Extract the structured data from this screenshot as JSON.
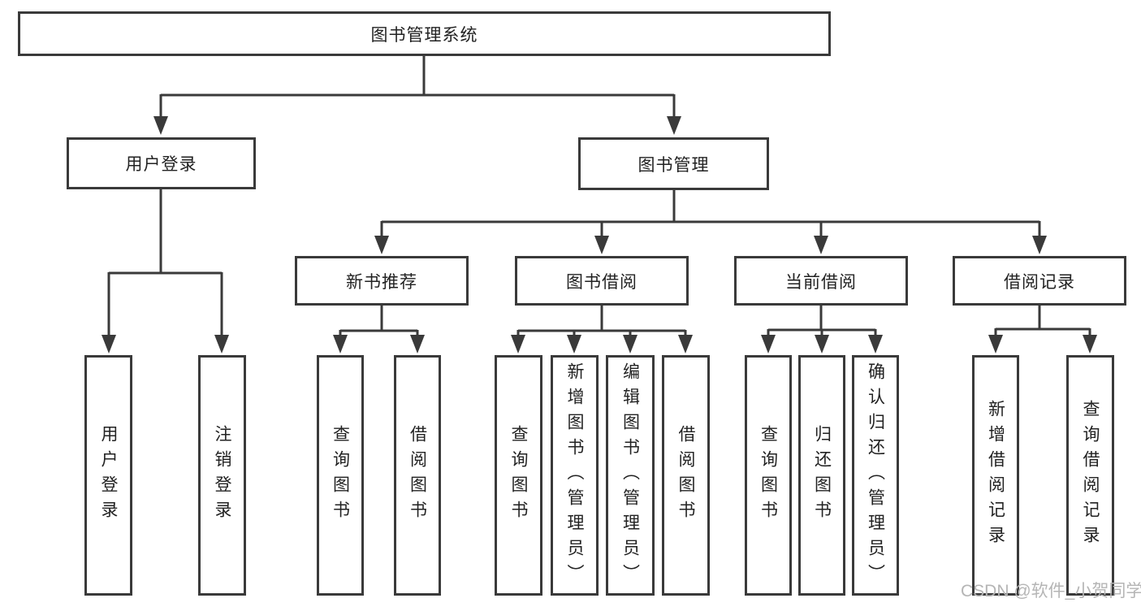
{
  "tree": {
    "label": "图书管理系统",
    "children": [
      {
        "label": "用户登录",
        "children": [
          {
            "label": "用户登录"
          },
          {
            "label": "注销登录"
          }
        ]
      },
      {
        "label": "图书管理",
        "children": [
          {
            "label": "新书推荐",
            "children": [
              {
                "label": "查询图书"
              },
              {
                "label": "借阅图书"
              }
            ]
          },
          {
            "label": "图书借阅",
            "children": [
              {
                "label": "查询图书"
              },
              {
                "label": "新增图书（管理员）"
              },
              {
                "label": "编辑图书（管理员）"
              },
              {
                "label": "借阅图书"
              }
            ]
          },
          {
            "label": "当前借阅",
            "children": [
              {
                "label": "查询图书"
              },
              {
                "label": "归还图书"
              },
              {
                "label": "确认归还（管理员）"
              }
            ]
          },
          {
            "label": "借阅记录",
            "children": [
              {
                "label": "新增借阅记录"
              },
              {
                "label": "查询借阅记录"
              }
            ]
          }
        ]
      }
    ]
  },
  "watermark": {
    "text": "CSDN @软件_小贺同学"
  },
  "colors": {
    "line": "#3a3a3a",
    "text": "#222222",
    "watermark": "#b5b5b5",
    "background": "#ffffff"
  }
}
